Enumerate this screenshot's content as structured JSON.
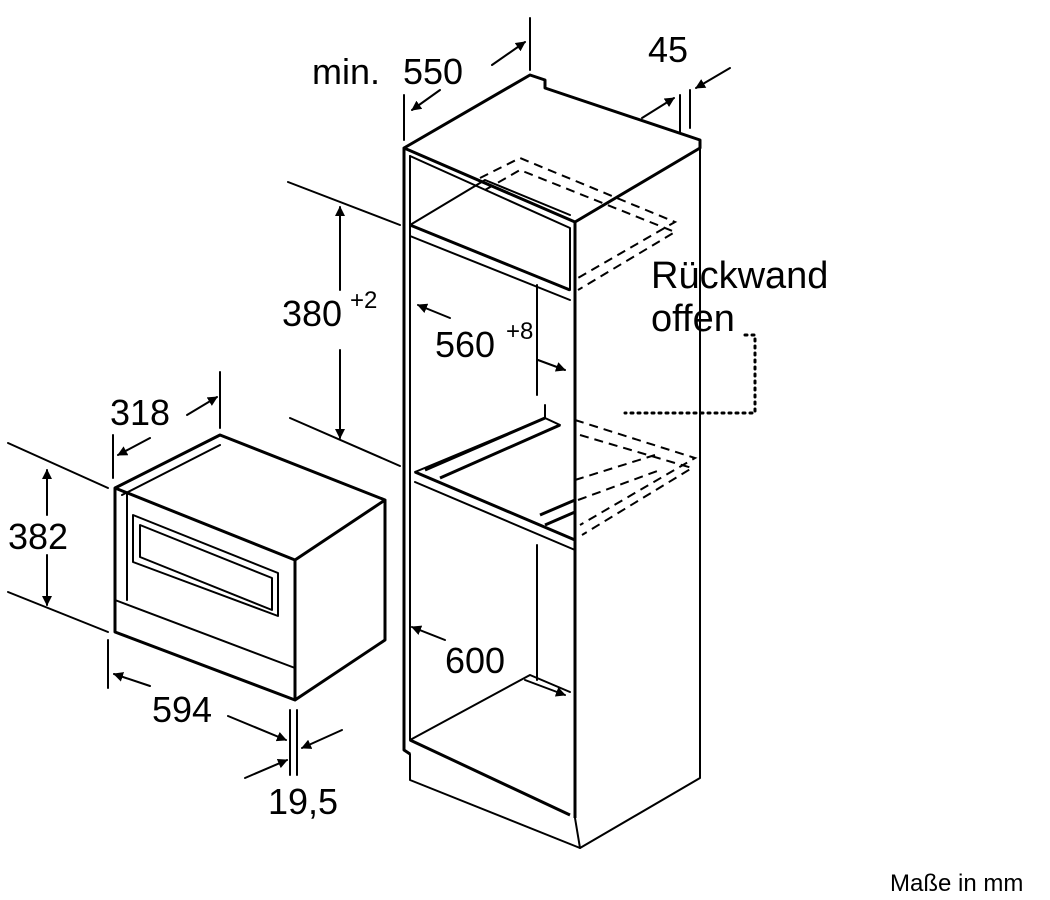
{
  "labels": {
    "min": "min.",
    "d550": "550",
    "d45": "45",
    "d380": "380",
    "d380_tol": "+2",
    "d560": "560",
    "d560_tol": "+8",
    "d318": "318",
    "d382": "382",
    "d594": "594",
    "d19_5": "19,5",
    "d600": "600",
    "rueckwand": "Rückwand",
    "offen": "offen",
    "unit_note": "Maße in mm"
  }
}
